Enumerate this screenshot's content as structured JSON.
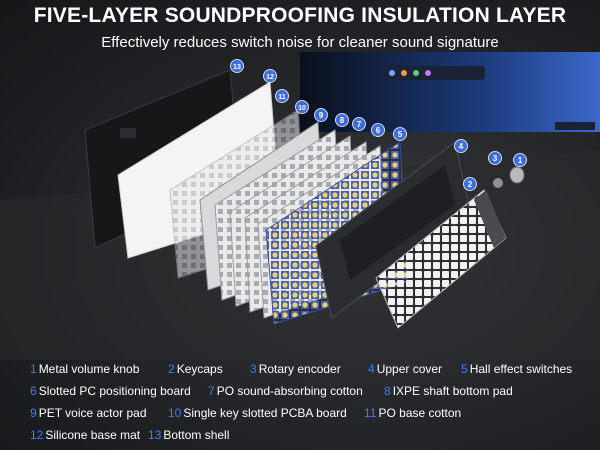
{
  "header": {
    "title": "FIVE-LAYER SOUNDPROOFING INSULATION LAYER",
    "subtitle": "Effectively reduces switch noise for cleaner sound signature"
  },
  "accent_color": "#3d6de0",
  "legend": [
    {
      "num": "1",
      "label": "Metal volume knob"
    },
    {
      "num": "2",
      "label": "Keycaps"
    },
    {
      "num": "3",
      "label": "Rotary encoder"
    },
    {
      "num": "4",
      "label": "Upper cover"
    },
    {
      "num": "5",
      "label": "Hall effect switches"
    },
    {
      "num": "6",
      "label": "Slotted PC positioning board"
    },
    {
      "num": "7",
      "label": "PO sound-absorbing cotton"
    },
    {
      "num": "8",
      "label": "IXPE shaft bottom pad"
    },
    {
      "num": "9",
      "label": "PET voice actor pad"
    },
    {
      "num": "10",
      "label": "Single key slotted PCBA board"
    },
    {
      "num": "11",
      "label": "PO base cotton"
    },
    {
      "num": "12",
      "label": "Silicone base mat"
    },
    {
      "num": "13",
      "label": "Bottom shell"
    }
  ],
  "callouts": [
    "1",
    "2",
    "3",
    "4",
    "5",
    "6",
    "7",
    "8",
    "9",
    "10",
    "11",
    "12",
    "13"
  ]
}
